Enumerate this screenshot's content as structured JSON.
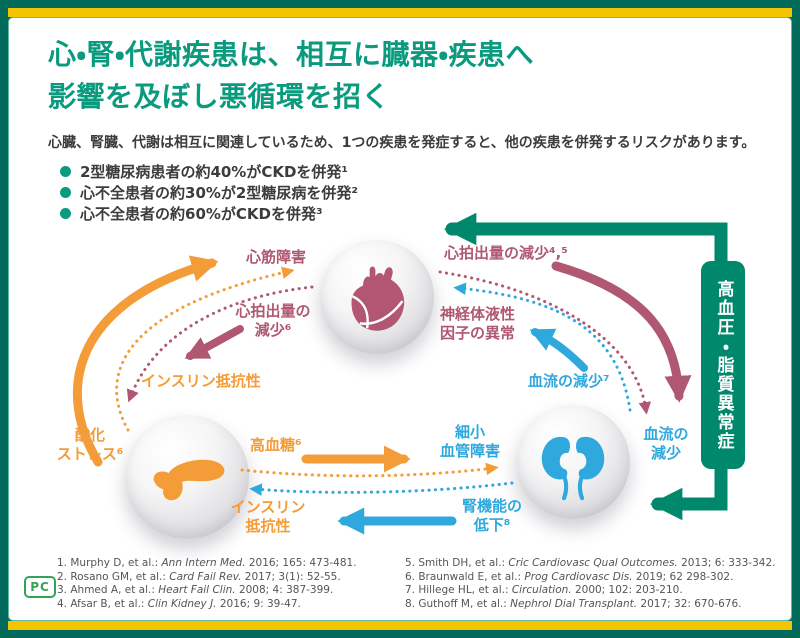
{
  "header": {
    "title_line1": "心・腎・代謝疾患は、相互に臓器・疾患へ",
    "title_line2": "影響を及ぼし悪循環を招く",
    "subtitle": "心臓、腎臓、代謝は相互に関連しているため、1つの疾患を発症すると、他の疾患を併発するリスクがあります。",
    "bullets": [
      "2型糖尿病患者の約40%がCKDを併発¹",
      "心不全患者の約30%が2型糖尿病を併発²",
      "心不全患者の約60%がCKDを併発³"
    ]
  },
  "diagram": {
    "sidebar_label": "高血圧・脂質異常症",
    "labels": {
      "myocardial_damage": "心筋障害",
      "cardiac_output_decrease_left": "心拍出量の\n減少⁶",
      "insulin_resistance_left": "インスリン抵抗性",
      "oxidative_stress": "酸化\nストレス⁶",
      "cardiac_output_decrease_right": "心拍出量の減少⁴,⁵",
      "neurohumoral_factor_abnormality": "神経体液性\n因子の異常",
      "blood_flow_decrease_mid": "血流の減少⁷",
      "microvascular_damage": "細小\n血管障害",
      "blood_flow_decrease_right": "血流の\n減少",
      "renal_function_decline": "腎機能の\n低下⁸",
      "hyperglycemia": "高血糖⁶",
      "insulin_resistance_bottom": "インスリン\n抵抗性"
    },
    "icons": {
      "heart": "heart-organ-icon",
      "pancreas": "pancreas-organ-icon",
      "kidneys": "kidneys-organ-icon"
    }
  },
  "colors": {
    "frame": "#00695a",
    "yellow": "#f2c500",
    "title": "#0a9b7f",
    "teal": "#00886d",
    "orange": "#f39c38",
    "maroon": "#b05871",
    "blue": "#2fa8dd",
    "text": "#3c3c3c",
    "badge": "#33a457"
  },
  "references": {
    "left": [
      {
        "pre": "1. Murphy D, et al.: ",
        "journal": "Ann Intern Med.",
        "post": " 2016; 165: 473-481."
      },
      {
        "pre": "2. Rosano GM, et al.: ",
        "journal": "Card Fail Rev.",
        "post": " 2017; 3(1): 52-55."
      },
      {
        "pre": "3. Ahmed A, et al.: ",
        "journal": "Heart Fail Clin.",
        "post": " 2008; 4: 387-399."
      },
      {
        "pre": "4. Afsar B, et al.: ",
        "journal": "Clin Kidney J.",
        "post": " 2016; 9: 39-47."
      }
    ],
    "right": [
      {
        "pre": "5. Smith DH, et al.: ",
        "journal": "Cric Cardiovasc Qual Outcomes.",
        "post": " 2013; 6: 333-342."
      },
      {
        "pre": "6. Braunwald E, et al.: ",
        "journal": "Prog Cardiovasc Dis.",
        "post": " 2019; 62 298-302."
      },
      {
        "pre": "7. Hillege HL, et al.: ",
        "journal": "Circulation.",
        "post": " 2000; 102: 203-210."
      },
      {
        "pre": "8. Guthoff M, et al.: ",
        "journal": "Nephrol Dial Transplant.",
        "post": " 2017; 32: 670-676."
      }
    ]
  },
  "badge": {
    "label": "PC"
  }
}
